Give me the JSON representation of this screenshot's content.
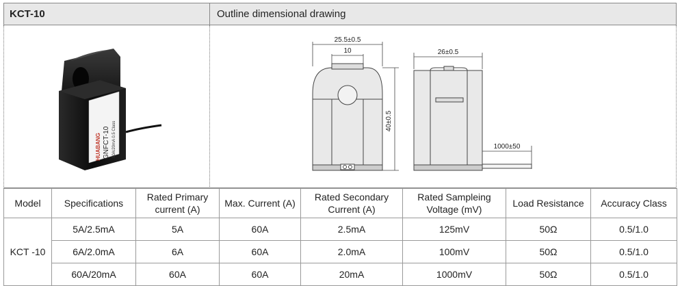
{
  "header": {
    "model_title": "KCT-10",
    "drawing_title": "Outline dimensional drawing"
  },
  "product_label": {
    "brand": "HUABANG",
    "model": "GNFCT-10",
    "rating": "50A/20mA 0.5 Class"
  },
  "drawing": {
    "width_dim": "25.5±0.5",
    "hole_dim": "10",
    "height_dim": "40±0.5",
    "depth_dim": "26±0.5",
    "lead_dim": "1000±50"
  },
  "table": {
    "headers": [
      "Model",
      "Specifications",
      "Rated Primary current (A)",
      "Max. Current (A)",
      "Rated Secondary Current (A)",
      "Rated   Sampleing Voltage (mV)",
      "Load Resistance",
      "Accuracy Class"
    ],
    "model": "KCT -10",
    "rows": [
      [
        "5A/2.5mA",
        "5A",
        "60A",
        "2.5mA",
        "125mV",
        "50Ω",
        "0.5/1.0"
      ],
      [
        "6A/2.0mA",
        "6A",
        "60A",
        "2.0mA",
        "100mV",
        "50Ω",
        "0.5/1.0"
      ],
      [
        "60A/20mA",
        "60A",
        "60A",
        "20mA",
        "1000mV",
        "50Ω",
        "0.5/1.0"
      ]
    ]
  }
}
